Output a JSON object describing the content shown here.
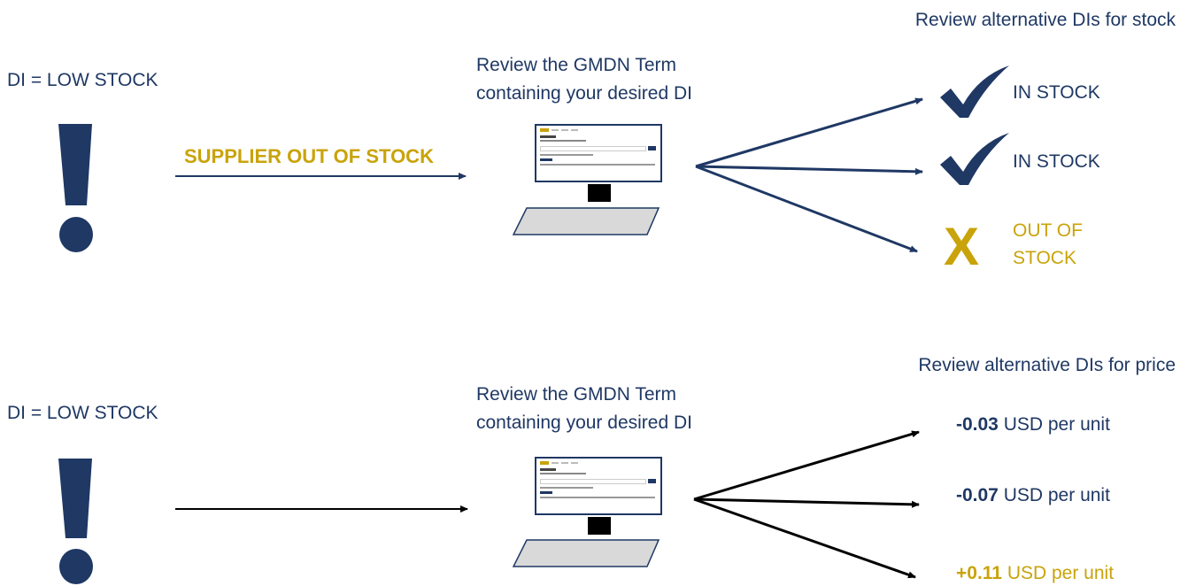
{
  "top": {
    "di_label": "DI = LOW STOCK",
    "arrow_label": "SUPPLIER OUT OF STOCK",
    "review_line1": "Review the GMDN Term",
    "review_line2": "containing your desired DI",
    "alt_title": "Review alternative DIs for stock",
    "results": [
      {
        "mark": "check-icon",
        "text": "IN  STOCK"
      },
      {
        "mark": "check-icon",
        "text": "IN STOCK"
      },
      {
        "mark": "x-icon",
        "mark_text": "X",
        "text_line1": "OUT OF",
        "text_line2": "STOCK"
      }
    ]
  },
  "bottom": {
    "di_label": "DI = LOW STOCK",
    "review_line1": "Review the GMDN Term",
    "review_line2": "containing your desired DI",
    "alt_title": "Review alternative DIs for price",
    "prices": [
      {
        "value": "-0.03",
        "unit": " USD per unit"
      },
      {
        "value": "-0.07",
        "unit": " USD per unit"
      },
      {
        "value": "+0.11",
        "unit": " USD per unit"
      }
    ]
  },
  "colors": {
    "navy": "#1f3864",
    "gold": "#c9a30a"
  },
  "icons": [
    "exclamation-icon",
    "computer-icon",
    "check-icon",
    "x-icon",
    "arrow-icon"
  ]
}
